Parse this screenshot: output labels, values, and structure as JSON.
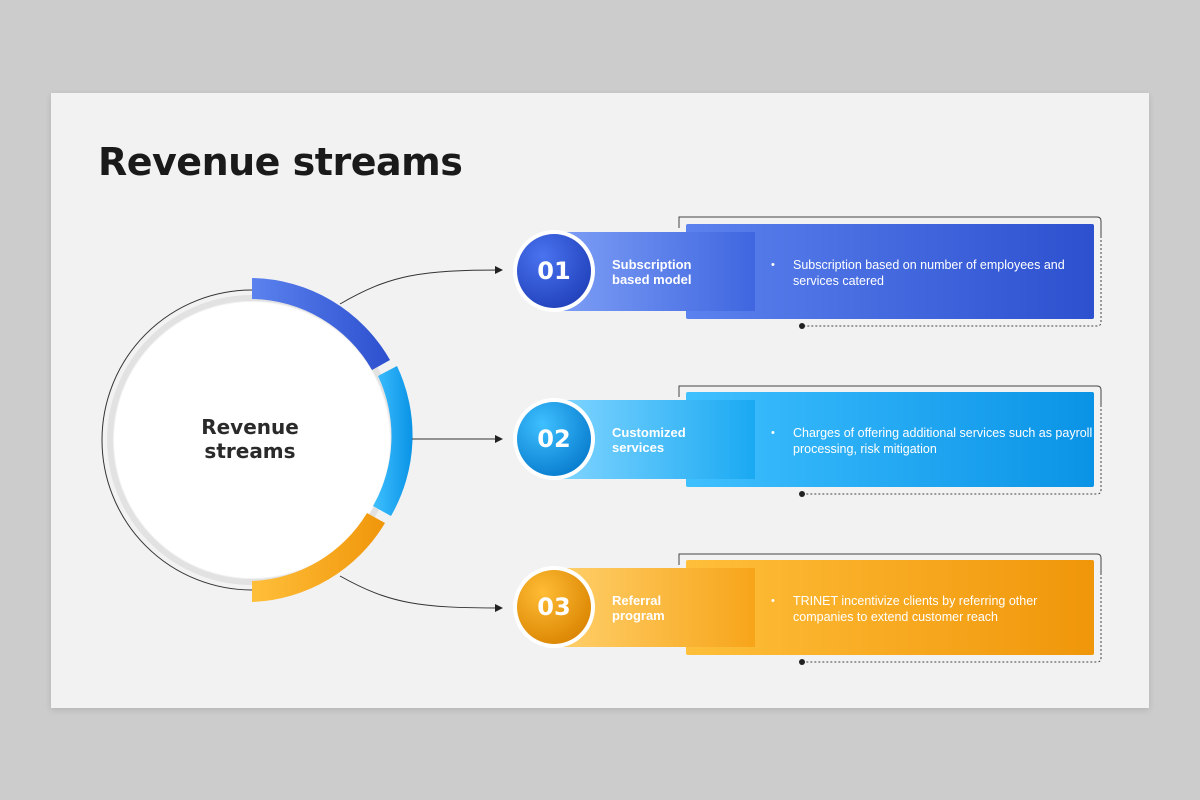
{
  "title": "Revenue streams",
  "center": {
    "line1": "Revenue",
    "line2": "streams"
  },
  "colors": {
    "blue": "#3a63dc",
    "sky": "#0fa3ee",
    "orange": "#f5a00f"
  },
  "items": [
    {
      "number": "01",
      "label_line1": "Subscription",
      "label_line2": "based model",
      "description": "Subscription based on number of employees and services catered"
    },
    {
      "number": "02",
      "label_line1": "Customized",
      "label_line2": "services",
      "description": "Charges of offering additional services such as payroll processing, risk mitigation"
    },
    {
      "number": "03",
      "label_line1": "Referral",
      "label_line2": "program",
      "description": "TRINET incentivize clients by referring other companies to extend customer reach"
    }
  ]
}
